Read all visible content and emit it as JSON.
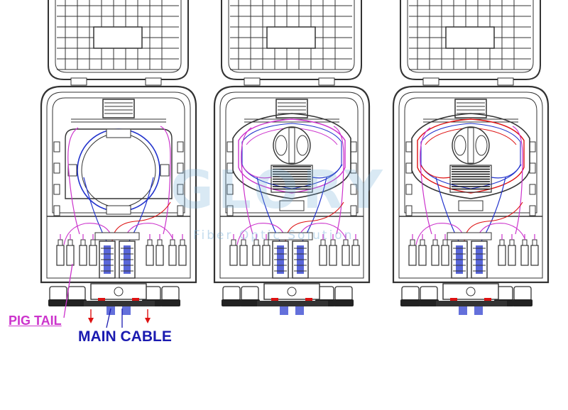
{
  "labels": {
    "pig_tail": "PIG TAIL",
    "main_cable": "MAIN CABLE"
  },
  "watermark": {
    "brand": "GLORY",
    "tagline": "Fiber Optic Solution"
  },
  "colors": {
    "line": "#333333",
    "pig_tail": "#cc33cc",
    "main_cable": "#1a1ab0",
    "fiber_red": "#dd1111",
    "fiber_blue": "#2233cc",
    "watermark": "#78afd7"
  },
  "panels": [
    {
      "name": "box-left",
      "tray": "ring"
    },
    {
      "name": "box-middle",
      "tray": "splice-tray-pink"
    },
    {
      "name": "box-right",
      "tray": "splice-tray-red"
    }
  ]
}
